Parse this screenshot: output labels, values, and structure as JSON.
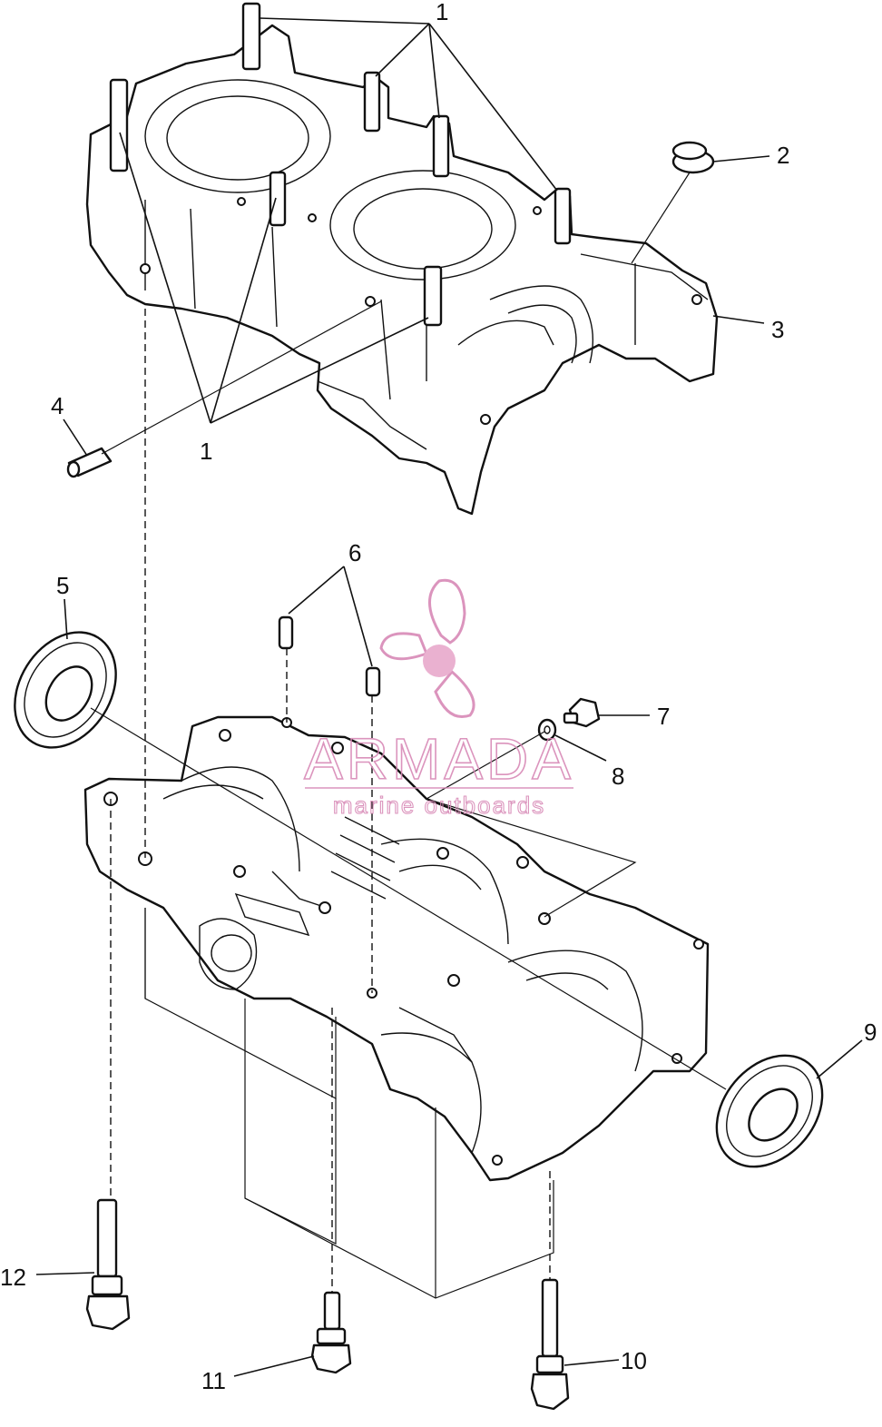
{
  "callouts": [
    {
      "id": "c1a",
      "text": "1"
    },
    {
      "id": "c1b",
      "text": "1"
    },
    {
      "id": "c2",
      "text": "2"
    },
    {
      "id": "c3",
      "text": "3"
    },
    {
      "id": "c4",
      "text": "4"
    },
    {
      "id": "c5",
      "text": "5"
    },
    {
      "id": "c6",
      "text": "6"
    },
    {
      "id": "c7",
      "text": "7"
    },
    {
      "id": "c8",
      "text": "8"
    },
    {
      "id": "c9",
      "text": "9"
    },
    {
      "id": "c10",
      "text": "10"
    },
    {
      "id": "c11",
      "text": "11"
    },
    {
      "id": "c12",
      "text": "12"
    }
  ],
  "watermark": {
    "brand": "ARMADA",
    "tagline": "marine outboards",
    "icon": "propeller-icon",
    "color": "#d889b6"
  },
  "colors": {
    "ink": "#111111",
    "background": "#ffffff"
  }
}
